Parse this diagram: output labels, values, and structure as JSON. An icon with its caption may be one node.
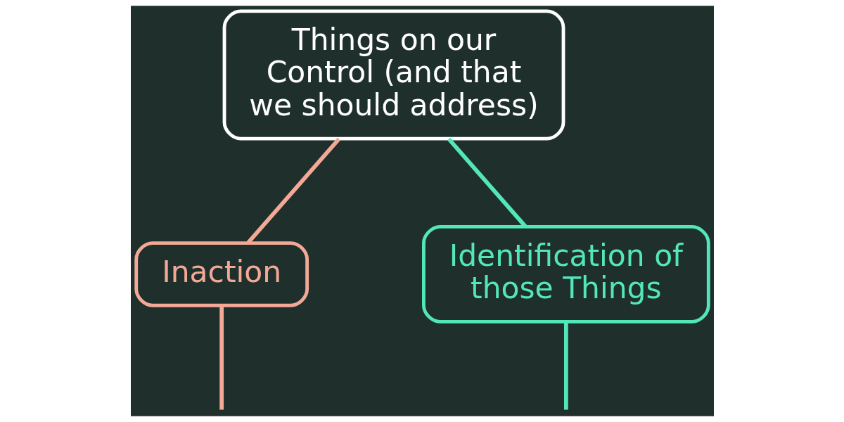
{
  "diagram": {
    "nodes": [
      {
        "text": [
          "Things on our Control (and that we should address)"
        ]
      },
      {
        "text": [
          "Inaction"
        ]
      },
      {
        "text": [
          "Identification of those Things"
        ]
      }
    ],
    "edges": [
      {
        "from": 0,
        "to": 1,
        "arrow": "none",
        "color": "#f4a896"
      },
      {
        "from": 0,
        "to": 2,
        "arrow": "none",
        "color": "#52e6b8"
      },
      {
        "from": 1,
        "to": null,
        "arrow": "none",
        "color": "#f4a896"
      },
      {
        "from": 2,
        "to": null,
        "arrow": "none",
        "color": "#52e6b8"
      }
    ]
  }
}
